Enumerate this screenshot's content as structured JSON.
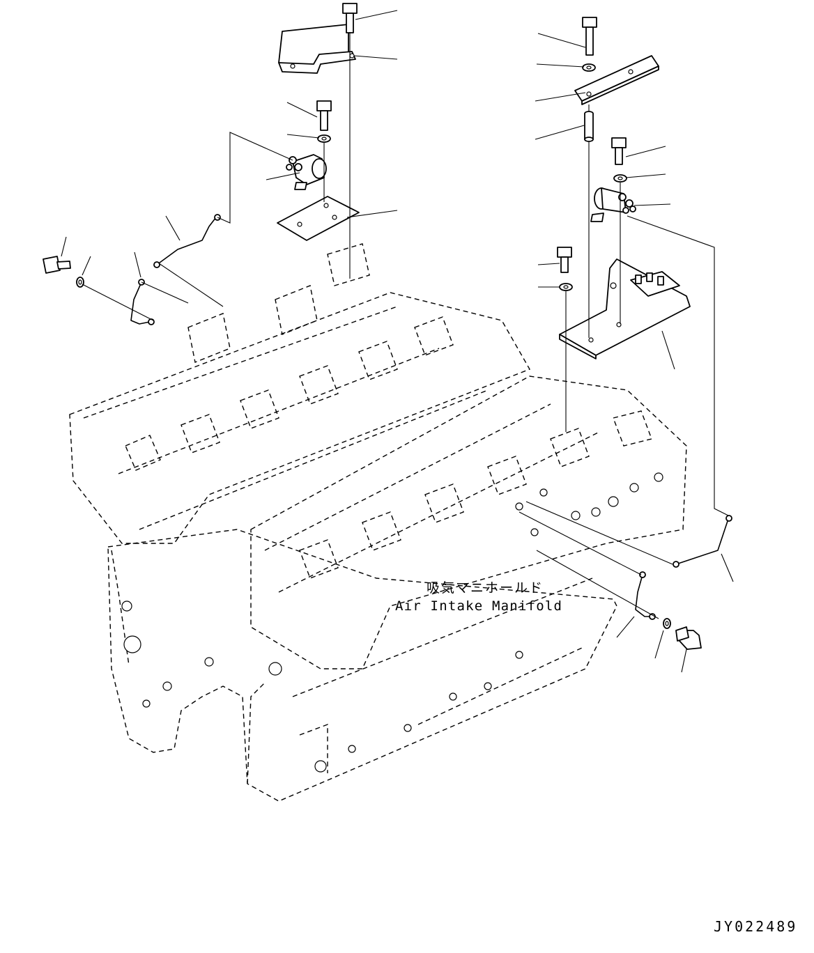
{
  "annotation": {
    "label_jp": "吸気マニホールド",
    "label_en": "Air Intake Manifold"
  },
  "drawing_code": "JY022489",
  "colors": {
    "line": "#000000",
    "background": "#ffffff"
  }
}
